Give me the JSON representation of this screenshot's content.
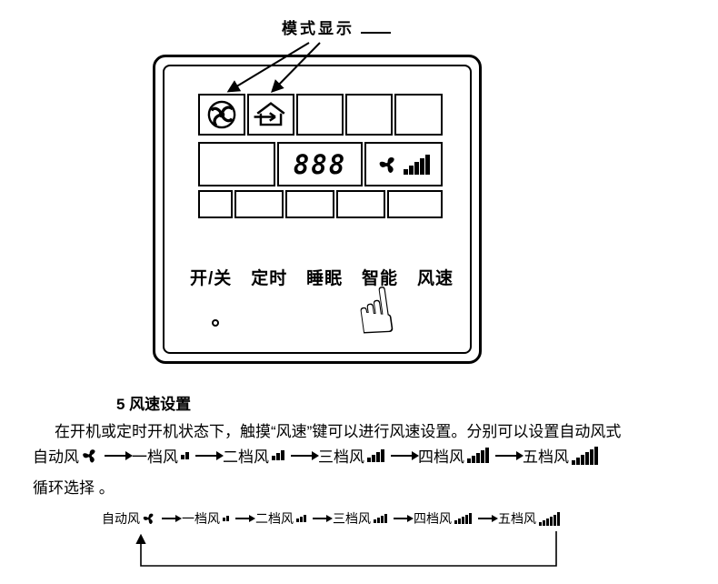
{
  "callout": {
    "label": "模式显示"
  },
  "panel": {
    "display_value": "888",
    "buttons": [
      "开/关",
      "定时",
      "睡眠",
      "智能",
      "风速"
    ]
  },
  "content": {
    "heading": "5  风速设置",
    "intro": "在开机或定时开机状态下，触摸“风速”键可以进行风速设置。分别可以设置自动风式",
    "auto_label": "自动风",
    "speeds": [
      "一档风",
      "二档风",
      "三档风",
      "四档风",
      "五档风"
    ],
    "outro": "循环选择 。"
  },
  "cycle": {
    "auto_label": "自动风",
    "speeds": [
      "一档风",
      "二档风",
      "三档风",
      "四档风",
      "五档风"
    ]
  },
  "colors": {
    "ink": "#000000",
    "background": "#ffffff"
  }
}
